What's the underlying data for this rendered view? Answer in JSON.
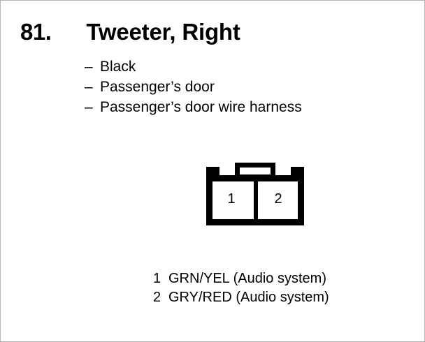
{
  "page": {
    "background_color": "#ffffff",
    "ink_color": "#000000"
  },
  "header": {
    "number": "81.",
    "title": "Tweeter, Right"
  },
  "specs": {
    "dash": "–",
    "items": [
      {
        "label": "Black"
      },
      {
        "label": "Passenger’s door"
      },
      {
        "label": "Passenger’s door wire harness"
      }
    ]
  },
  "connector": {
    "name": "2-pin connector",
    "pin_count": 2,
    "pins": [
      {
        "number": "1"
      },
      {
        "number": "2"
      }
    ]
  },
  "legend": {
    "rows": [
      {
        "pin": "1",
        "description": "GRN/YEL (Audio system)"
      },
      {
        "pin": "2",
        "description": "GRY/RED (Audio system)"
      }
    ]
  }
}
